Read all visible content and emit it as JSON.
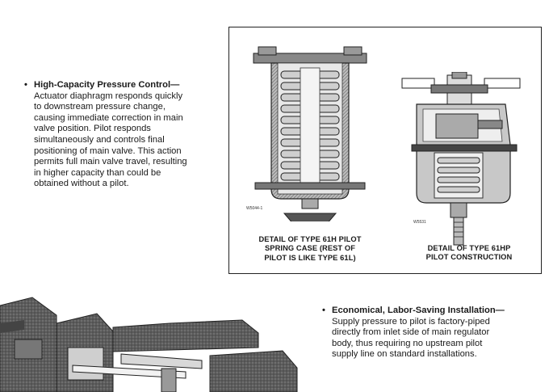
{
  "features": [
    {
      "bullet": "•",
      "title": "High-Capacity Pressure Control—",
      "lines": [
        "Actuator diaphragm responds quickly",
        "to downstream pressure change,",
        "causing immediate correction in main",
        "valve position.  Pilot responds",
        "simultaneously and controls final",
        "positioning of main valve.  This action",
        "permits full main valve travel, resulting",
        "in higher capacity than could be",
        "obtained without a pilot."
      ]
    },
    {
      "bullet": "•",
      "title": "Economical, Labor-Saving Installation—",
      "lines": [
        "Supply pressure to pilot is factory-piped",
        "directly from inlet side of main regulator",
        "body, thus requiring no upstream pilot",
        "supply line on standard installations."
      ]
    }
  ],
  "figures": [
    {
      "id": "W5044-1",
      "caption": [
        "DETAIL OF TYPE 61H PILOT",
        "SPRING CASE (REST OF",
        "PILOT IS LIKE TYPE 61L)"
      ]
    },
    {
      "id": "W5531",
      "caption": [
        "DETAIL OF TYPE 61HP",
        "PILOT CONSTRUCTION"
      ]
    }
  ]
}
